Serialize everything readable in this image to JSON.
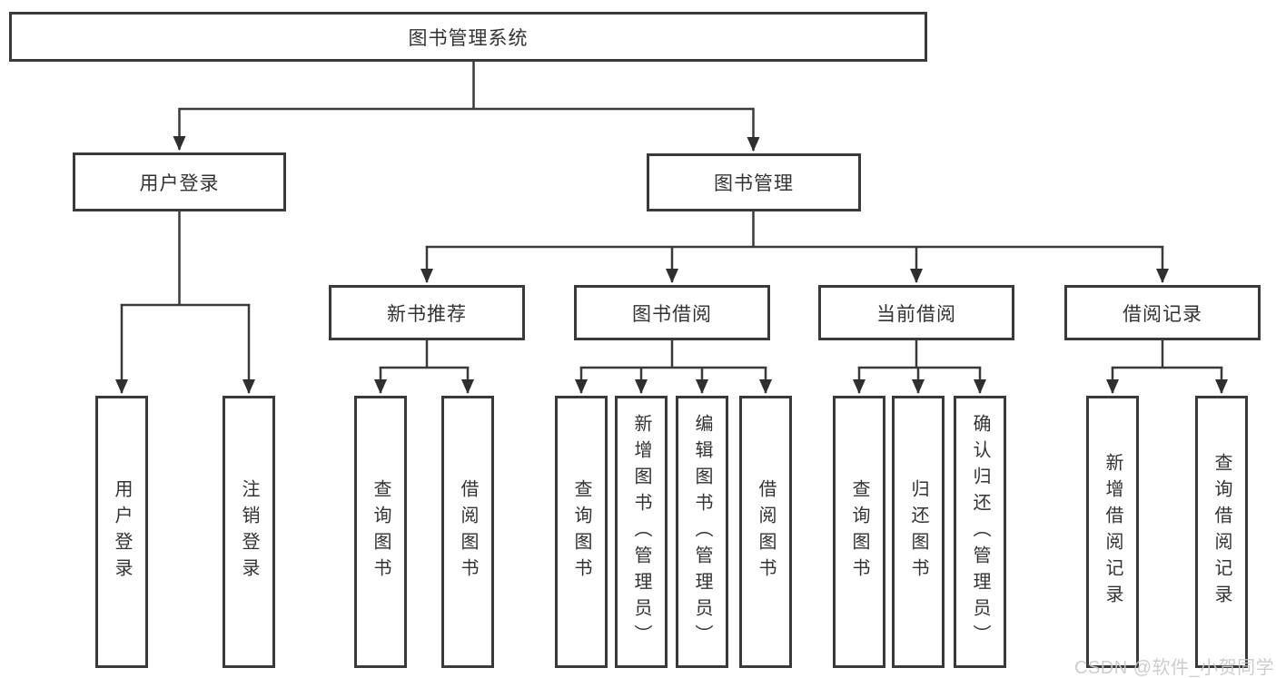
{
  "tree": {
    "root": {
      "label": "图书管理系统",
      "children": [
        {
          "label": "用户登录",
          "children": [
            {
              "label": "用户登录"
            },
            {
              "label": "注销登录"
            }
          ]
        },
        {
          "label": "图书管理",
          "children": [
            {
              "label": "新书推荐",
              "children": [
                {
                  "label": "查询图书"
                },
                {
                  "label": "借阅图书"
                }
              ]
            },
            {
              "label": "图书借阅",
              "children": [
                {
                  "label": "查询图书"
                },
                {
                  "label": "新增图书（管理员）"
                },
                {
                  "label": "编辑图书（管理员）"
                },
                {
                  "label": "借阅图书"
                }
              ]
            },
            {
              "label": "当前借阅",
              "children": [
                {
                  "label": "查询图书"
                },
                {
                  "label": "归还图书"
                },
                {
                  "label": "确认归还（管理员）"
                }
              ]
            },
            {
              "label": "借阅记录",
              "children": [
                {
                  "label": "新增借阅记录"
                },
                {
                  "label": "查询借阅记录"
                }
              ]
            }
          ]
        }
      ]
    }
  },
  "watermark": {
    "text": "CSDN @软件_小贺同学"
  },
  "colors": {
    "line": "#3a3a3a",
    "text": "#333333",
    "background": "#ffffff",
    "watermark": "#c9c9c9"
  }
}
